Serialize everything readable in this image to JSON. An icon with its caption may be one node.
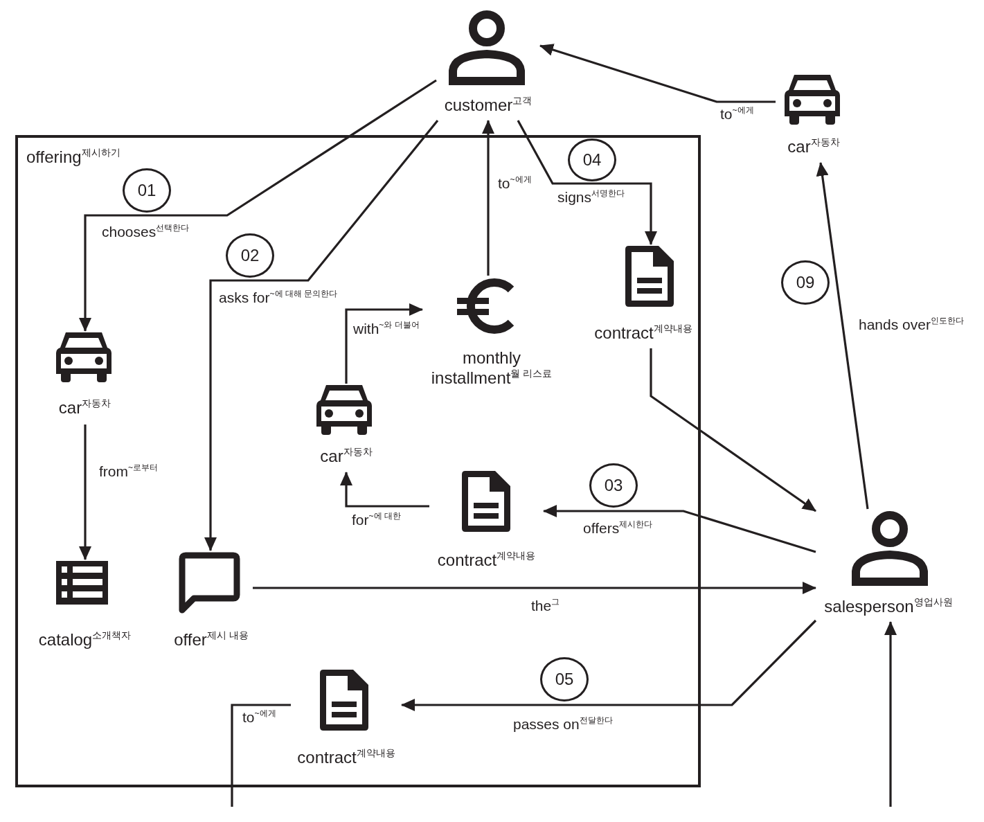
{
  "diagram": {
    "nodes": [
      {
        "text": [
          "offering$^{제시하기}$"
        ]
      },
      {
        "text": [
          "customer$^{고객}$"
        ]
      },
      {
        "text": [
          "car$^{자동차}$"
        ]
      },
      {
        "text": [
          "car$^{자동차}$"
        ],
        "in": 0
      },
      {
        "text": [
          "monthly installment$^{월 리스료}$"
        ],
        "in": 0
      },
      {
        "text": [
          "contract$^{계약내용}$"
        ],
        "in": 0
      },
      {
        "text": [
          "car$^{자동차}$"
        ],
        "in": 0
      },
      {
        "text": [
          "contract$^{계약내용}$"
        ],
        "in": 0
      },
      {
        "text": [
          "catalog$^{소개책자}$"
        ],
        "in": 0
      },
      {
        "text": [
          "offer$^{제시 내용}$"
        ],
        "in": 0
      },
      {
        "text": [
          "salesperson$^{영업사원}$"
        ]
      },
      {
        "text": [
          "contract$^{계약내용}$"
        ],
        "in": 0
      },
      {
        "text": [
          "01"
        ],
        "in": 0
      },
      {
        "text": [
          "04"
        ],
        "in": 0
      },
      {
        "text": [
          "02"
        ],
        "in": 0
      },
      {
        "text": [
          "09"
        ]
      },
      {
        "text": [
          "03"
        ],
        "in": 0
      },
      {
        "text": [
          "05"
        ],
        "in": 0
      }
    ],
    "edges": [
      {
        "from": 1,
        "to": 3,
        "arrow": "to",
        "label": "chooses$^{선택한다}$"
      },
      {
        "from": 1,
        "to": 9,
        "arrow": "to",
        "label": "asks for$^{~에 대해 문의한다}$"
      },
      {
        "from": 4,
        "to": 1,
        "arrow": "to",
        "label": "to$^{~에게}$"
      },
      {
        "from": 1,
        "to": 5,
        "arrow": "to",
        "label": "signs$^{서명한다}$"
      },
      {
        "from": 2,
        "to": 1,
        "arrow": "to",
        "label": "to$^{~에게}$"
      },
      {
        "from": 3,
        "to": 8,
        "arrow": "to",
        "label": "from$^{~로부터}$"
      },
      {
        "from": 6,
        "to": 4,
        "arrow": "to",
        "label": "with$^{~와 더불어}$"
      },
      {
        "from": 7,
        "to": 6,
        "arrow": "to",
        "label": "for$^{~에 대한}$"
      },
      {
        "from": 10,
        "to": 7,
        "arrow": "to",
        "label": "offers$^{제시한다}$"
      },
      {
        "from": 5,
        "to": 10,
        "arrow": "to"
      },
      {
        "from": 9,
        "to": 10,
        "arrow": "to",
        "label": "the$^{그}$"
      },
      {
        "from": 10,
        "to": 11,
        "arrow": "to",
        "label": "passes on$^{전달한다}$"
      },
      {
        "from": 10,
        "to": 2,
        "arrow": "to",
        "label": "hands over$^{인도한다}$"
      },
      {
        "from": 11,
        "to": null,
        "arrow": "none",
        "label": "to$^{~에게}$"
      },
      {
        "from": null,
        "to": 10,
        "arrow": "to"
      }
    ]
  }
}
